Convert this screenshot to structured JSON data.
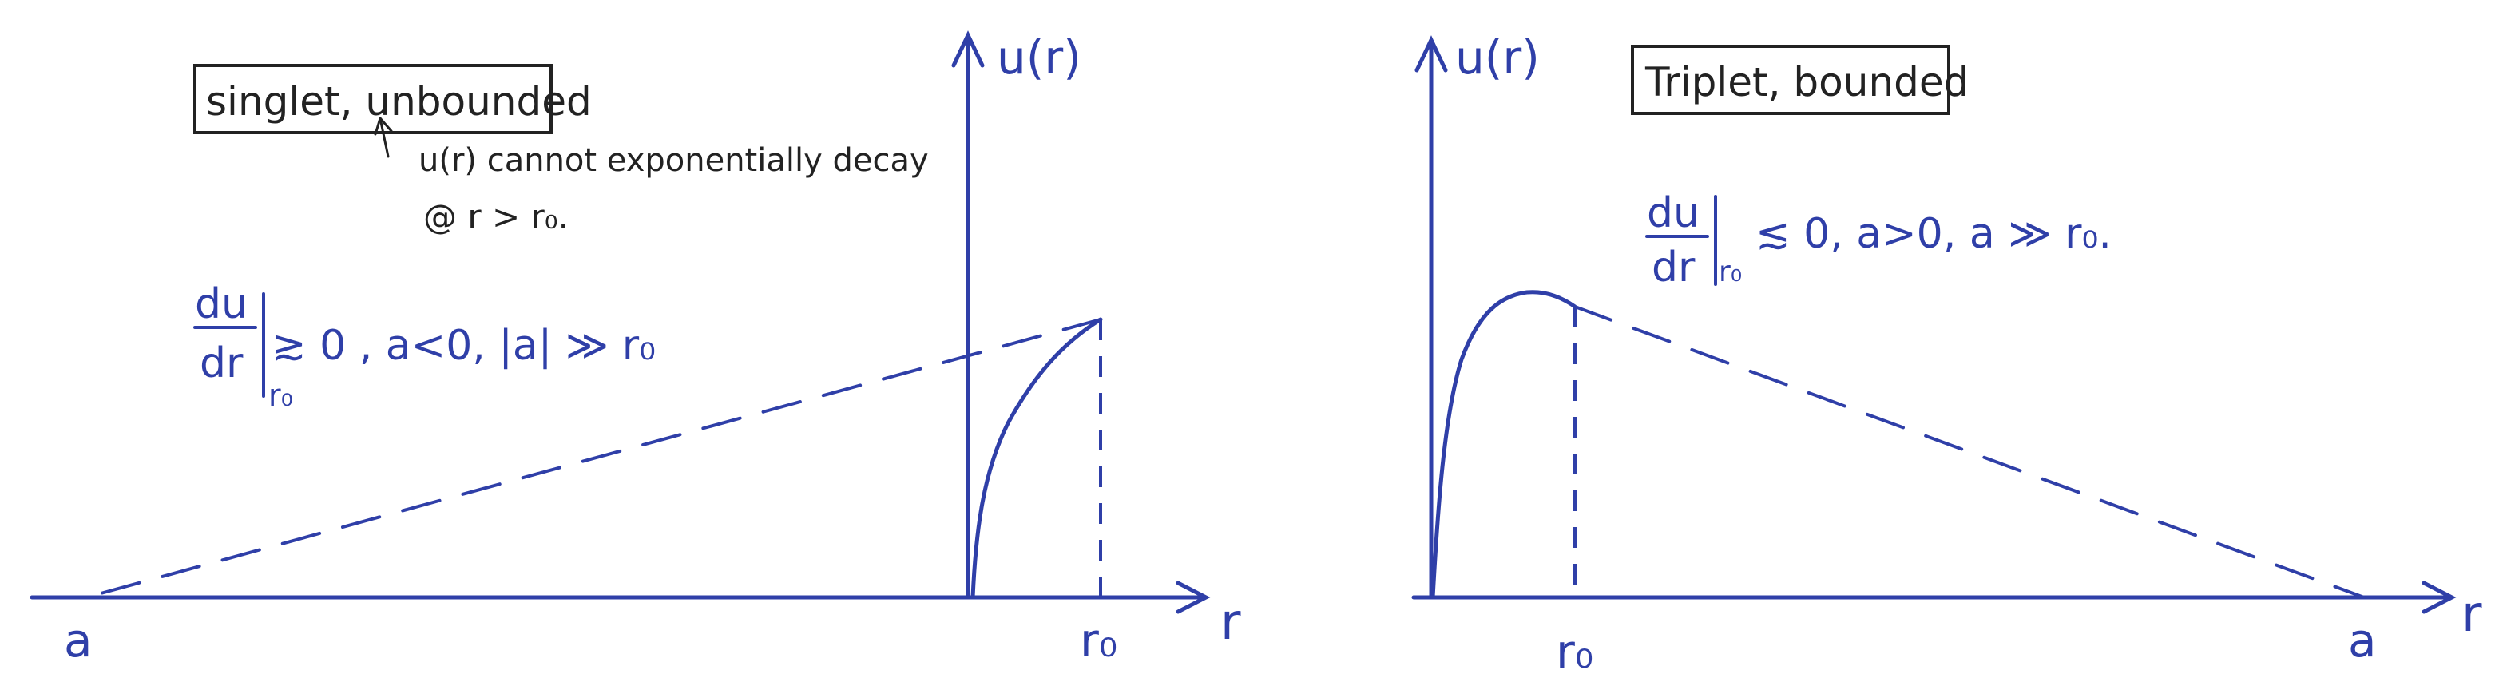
{
  "left_panel": {
    "y_axis_label": "u(r)",
    "x_axis_label": "r",
    "box_label": "singlet, unbounded",
    "note_line1": "u(r) cannot exponentially decay",
    "note_line2": "@ r > r₀.",
    "cond_du": "du",
    "cond_dr": "dr",
    "cond_sub": "r₀",
    "cond_rest": "≳ 0 ,  a<0,  |a| ≫ r₀",
    "tick_a": "a",
    "tick_r0": "r₀"
  },
  "right_panel": {
    "y_axis_label": "u(r)",
    "x_axis_label": "r",
    "box_label": "Triplet, bounded",
    "cond_du": "du",
    "cond_dr": "dr",
    "cond_sub": "r₀",
    "cond_rest": "≲ 0,  a>0,  a ≫ r₀.",
    "tick_r0": "r₀",
    "tick_a": "a"
  },
  "colors": {
    "ink_blue": "#2f3fa8",
    "ink_black": "#222222"
  }
}
